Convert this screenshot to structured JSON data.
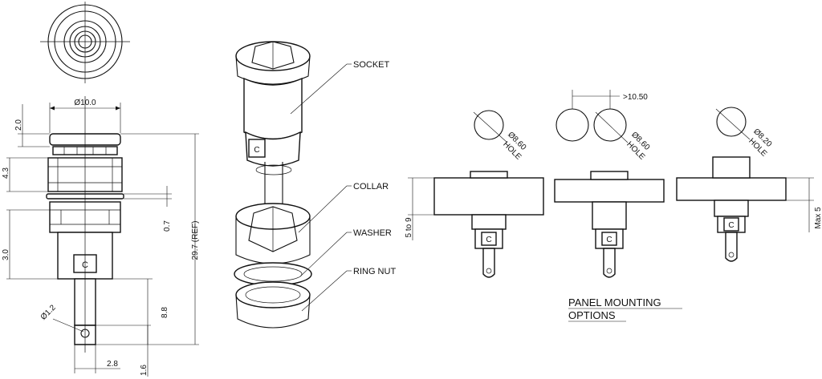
{
  "dimensions": {
    "diameter_top": "Ø10.0",
    "height_top": "2.0",
    "height_body": "4.3",
    "washer": "0.7",
    "collar_height": "3.0",
    "overall": "29.7 (REF)",
    "pin_diameter": "Ø1.2",
    "pin_length": "8.8",
    "pin_width": "2.8",
    "pin_tip": "1.6"
  },
  "parts": {
    "socket": "SOCKET",
    "collar": "COLLAR",
    "washer": "WASHER",
    "ring_nut": "RING NUT"
  },
  "body_mark": "C",
  "mounting": {
    "title_line1": "PANEL MOUNTING",
    "title_line2": "OPTIONS",
    "hole_a": "Ø8.60",
    "hole_a_word": "HOLE",
    "spacing": ">10.50",
    "hole_b": "Ø8.60",
    "hole_b_word": "HOLE",
    "hole_c": "Ø8.20",
    "hole_c_word": "HOLE",
    "panel_range": "5 to 9",
    "panel_max": "Max 5"
  }
}
